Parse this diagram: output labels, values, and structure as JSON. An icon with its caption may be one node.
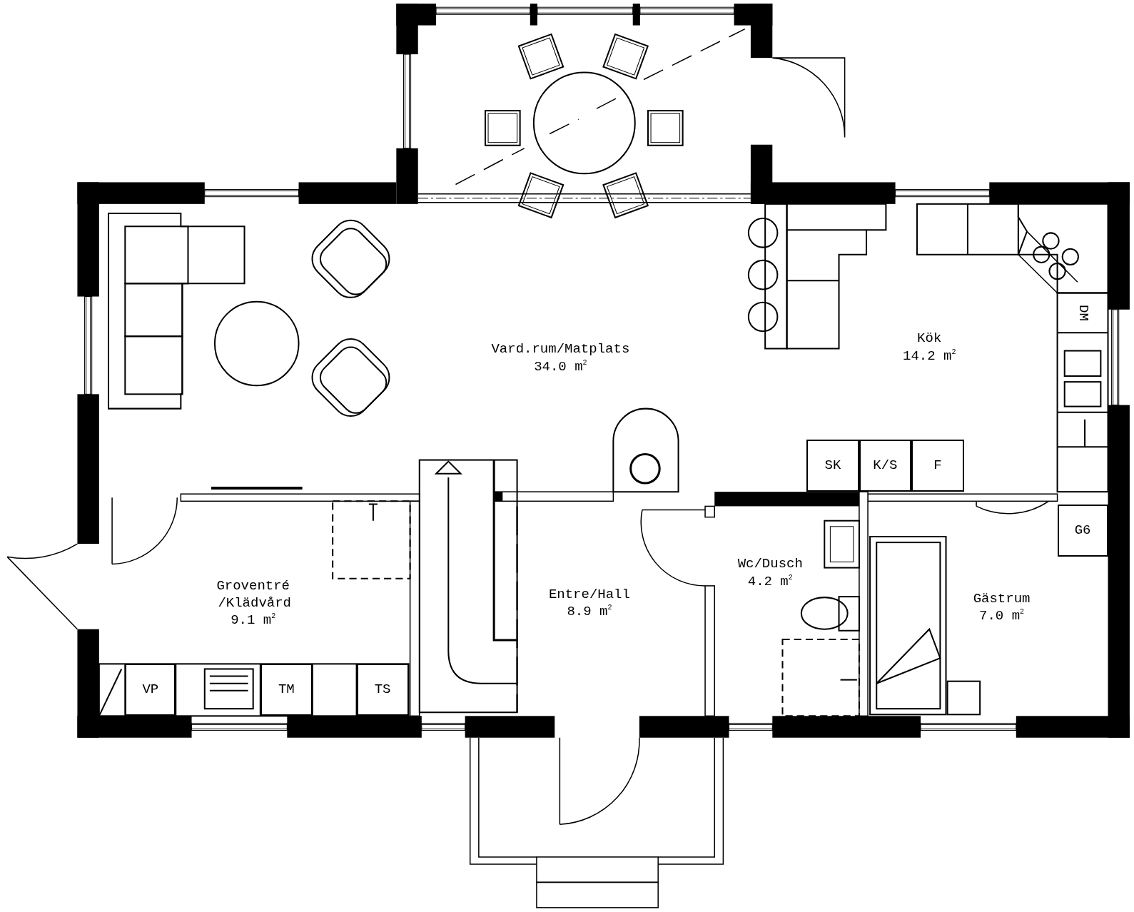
{
  "diagram": {
    "nodes": [
      {
        "text": [
          "DM"
        ]
      },
      {
        "text": [
          "SK"
        ]
      },
      {
        "text": [
          "K/S"
        ]
      },
      {
        "text": [
          "F"
        ]
      },
      {
        "text": [
          "G6"
        ]
      },
      {
        "text": [
          "VP"
        ]
      },
      {
        "text": [
          "TM"
        ]
      },
      {
        "text": [
          "TS"
        ]
      }
    ],
    "labels": [
      "Vard.rum/Matplats",
      "34.0 m$^{2}$",
      "Kök",
      "14.2 m$^{2}$",
      "Wc/Dusch",
      "4.2 m$^{2}$",
      "Gästrum",
      "7.0 m$^{2}$",
      "Groventré",
      "/Klädvård",
      "9.1 m$^{2}$",
      "Entre/Hall",
      "8.9 m$^{2}$"
    ]
  }
}
